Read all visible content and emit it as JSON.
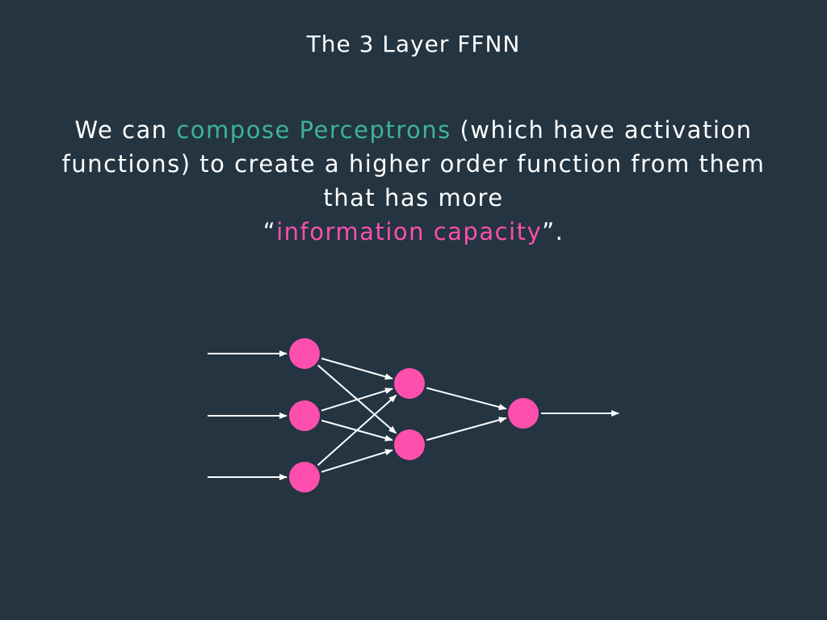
{
  "slide": {
    "title": "The 3 Layer FFNN",
    "body": {
      "part1": "We can ",
      "highlight1": "compose Perceptrons",
      "part2": " (which have activation functions) to create a higher order function from them that has more ",
      "open_quote": "“",
      "highlight2": "information capacity",
      "close_quote": "”."
    }
  },
  "diagram": {
    "layers": [
      3,
      2,
      1
    ],
    "node_color": "#ff4fae",
    "edge_color": "#ffffff"
  },
  "colors": {
    "background": "#243441",
    "accent_green": "#3db39a",
    "accent_pink": "#ff4fae",
    "text": "#ffffff"
  }
}
